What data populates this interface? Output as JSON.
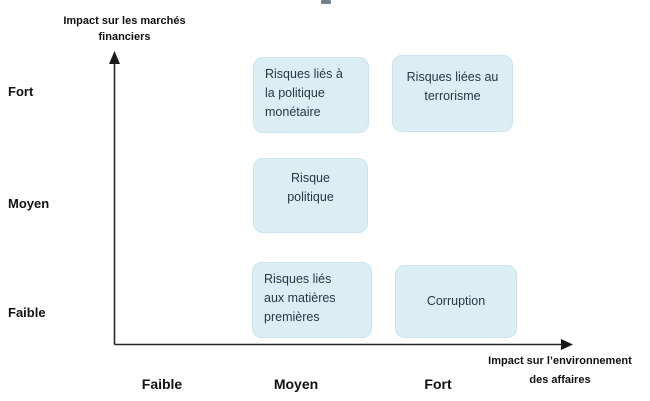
{
  "diagram": {
    "type": "risk-matrix",
    "y_axis": {
      "title": "Impact sur les marchés\nfinanciers",
      "labels": [
        {
          "text": "Fort"
        },
        {
          "text": "Moyen"
        },
        {
          "text": "Faible"
        }
      ]
    },
    "x_axis": {
      "title": "Impact sur l’environnement\ndes affaires",
      "labels": [
        {
          "text": "Faible"
        },
        {
          "text": "Moyen"
        },
        {
          "text": "Fort"
        }
      ]
    },
    "boxes": [
      {
        "label": "Risques liés à\nla politique\nmonétaire",
        "row": "Fort",
        "col": "Moyen"
      },
      {
        "label": "Risques liées au\nterrorisme",
        "row": "Fort",
        "col": "Fort"
      },
      {
        "label": "Risque\npolitique",
        "row": "Moyen",
        "col": "Moyen"
      },
      {
        "label": "Risques liés\naux matières\npremières",
        "row": "Faible",
        "col": "Moyen"
      },
      {
        "label": "Corruption",
        "row": "Faible",
        "col": "Fort"
      }
    ],
    "colors": {
      "box_fill": "#daeef3",
      "box_border": "#cbe4ee",
      "box_text": "#2a3645",
      "axis_line": "#262626",
      "label_text": "#111111",
      "background": "#ffffff"
    }
  }
}
